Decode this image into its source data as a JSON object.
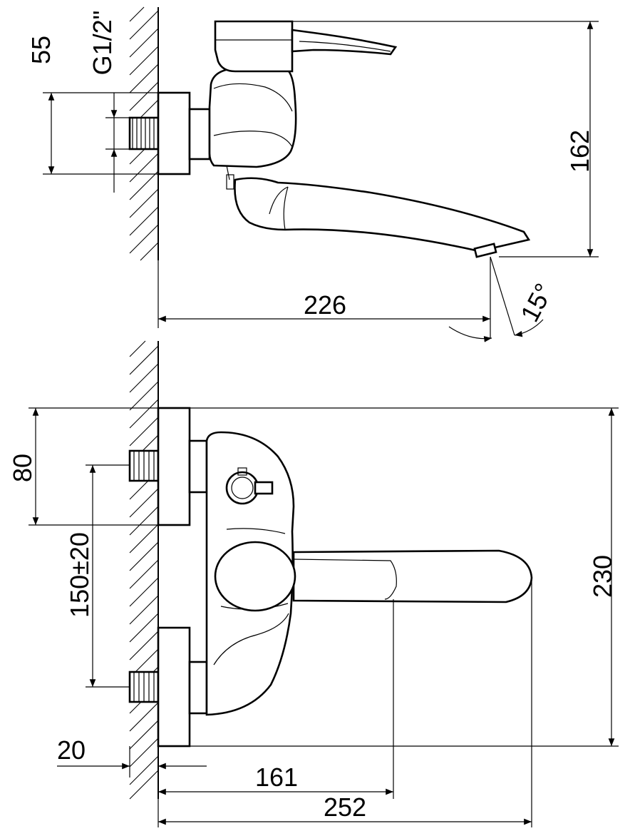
{
  "drawing": {
    "side_view": {
      "dim_top_height": "162",
      "dim_thread_height": "55",
      "thread_label": "G1/2\"",
      "dim_spout_reach": "226",
      "dim_angle": "15°"
    },
    "front_view": {
      "dim_overall_height": "230",
      "dim_inlet_top": "80",
      "dim_inlet_spacing": "150±20",
      "dim_wall_offset": "20",
      "dim_handle_reach": "161",
      "dim_overall_reach": "252"
    }
  }
}
